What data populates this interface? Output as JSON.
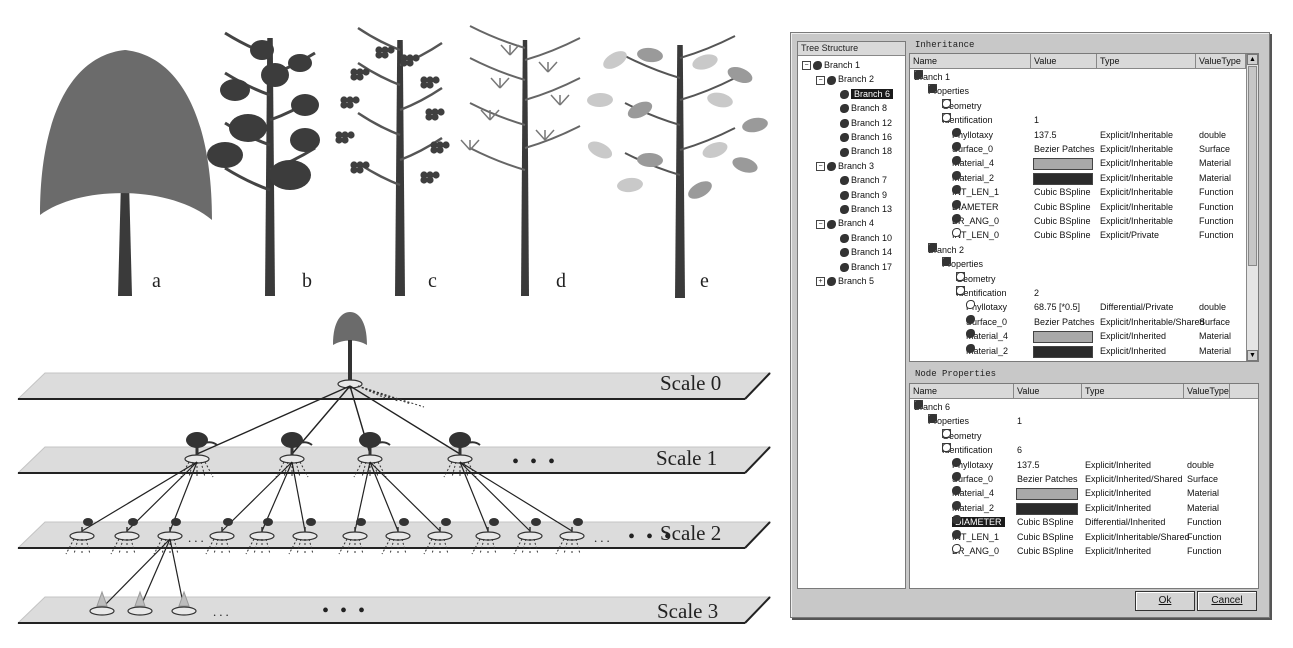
{
  "trees": [
    {
      "label": "a",
      "kind": "crown"
    },
    {
      "label": "b",
      "kind": "blobs"
    },
    {
      "label": "c",
      "kind": "clusters"
    },
    {
      "label": "d",
      "kind": "twigs"
    },
    {
      "label": "e",
      "kind": "leaves"
    }
  ],
  "scales": [
    "Scale 0",
    "Scale 1",
    "Scale 2",
    "Scale 3"
  ],
  "ellipsis": "• • •",
  "ellipsis_small": "...",
  "dialog": {
    "tree_structure": {
      "title": "Tree Structure",
      "items": [
        {
          "label": "Branch 1",
          "level": 0,
          "expander": "−"
        },
        {
          "label": "Branch 2",
          "level": 1,
          "expander": "−"
        },
        {
          "label": "Branch 6",
          "level": 2,
          "selected": true
        },
        {
          "label": "Branch 8",
          "level": 2
        },
        {
          "label": "Branch 12",
          "level": 2
        },
        {
          "label": "Branch 16",
          "level": 2
        },
        {
          "label": "Branch 18",
          "level": 2
        },
        {
          "label": "Branch 3",
          "level": 1,
          "expander": "−"
        },
        {
          "label": "Branch 7",
          "level": 2
        },
        {
          "label": "Branch 9",
          "level": 2
        },
        {
          "label": "Branch 13",
          "level": 2
        },
        {
          "label": "Branch 4",
          "level": 1,
          "expander": "−"
        },
        {
          "label": "Branch 10",
          "level": 2
        },
        {
          "label": "Branch 14",
          "level": 2
        },
        {
          "label": "Branch 17",
          "level": 2
        },
        {
          "label": "Branch 5",
          "level": 1,
          "expander": "+"
        }
      ]
    },
    "inheritance": {
      "title": "Inheritance",
      "columns": [
        "Name",
        "Value",
        "Type",
        "ValueType"
      ],
      "rows": [
        {
          "level": 0,
          "exp": "−",
          "icon": "solid",
          "name": "Branch 1",
          "value": "",
          "type": "",
          "vtype": ""
        },
        {
          "level": 1,
          "exp": "−",
          "icon": "solid",
          "name": "Properties",
          "value": "",
          "type": "",
          "vtype": ""
        },
        {
          "level": 2,
          "exp": "+",
          "icon": "hollow",
          "name": "Geometry",
          "value": "",
          "type": "",
          "vtype": ""
        },
        {
          "level": 2,
          "exp": "+",
          "icon": "hollow",
          "name": "Identification",
          "value": "1",
          "type": "",
          "vtype": ""
        },
        {
          "level": 2,
          "icon": "solid",
          "name": "Phyllotaxy",
          "value": "137.5",
          "type": "Explicit/Inheritable",
          "vtype": "double"
        },
        {
          "level": 2,
          "icon": "solid",
          "name": "Surface_0",
          "value": "Bezier Patches",
          "type": "Explicit/Inheritable",
          "vtype": "Surface"
        },
        {
          "level": 2,
          "icon": "solid",
          "name": "Material_4",
          "swatch": "#a9a9a9",
          "type": "Explicit/Inheritable",
          "vtype": "Material"
        },
        {
          "level": 2,
          "icon": "solid",
          "name": "Material_2",
          "swatch": "#2b2b2b",
          "type": "Explicit/Inheritable",
          "vtype": "Material"
        },
        {
          "level": 2,
          "icon": "solid",
          "name": "INT_LEN_1",
          "value": "Cubic BSpline",
          "type": "Explicit/Inheritable",
          "vtype": "Function"
        },
        {
          "level": 2,
          "icon": "solid",
          "name": "DIAMETER",
          "value": "Cubic BSpline",
          "type": "Explicit/Inheritable",
          "vtype": "Function"
        },
        {
          "level": 2,
          "icon": "solid",
          "name": "BR_ANG_0",
          "value": "Cubic BSpline",
          "type": "Explicit/Inheritable",
          "vtype": "Function"
        },
        {
          "level": 2,
          "icon": "hollow",
          "name": "INT_LEN_0",
          "value": "Cubic BSpline",
          "type": "Explicit/Private",
          "vtype": "Function"
        },
        {
          "level": 1,
          "exp": "−",
          "icon": "solid",
          "name": "Branch 2",
          "value": "",
          "type": "",
          "vtype": ""
        },
        {
          "level": 2,
          "exp": "−",
          "icon": "solid",
          "name": "Properties",
          "value": "",
          "type": "",
          "vtype": ""
        },
        {
          "level": 3,
          "exp": "+",
          "icon": "hollow",
          "name": "Geometry",
          "value": "",
          "type": "",
          "vtype": ""
        },
        {
          "level": 3,
          "exp": "+",
          "icon": "hollow",
          "name": "Identification",
          "value": "2",
          "type": "",
          "vtype": ""
        },
        {
          "level": 3,
          "icon": "hollow",
          "name": "Phyllotaxy",
          "value": "68.75 [*0.5]",
          "type": "Differential/Private",
          "vtype": "double"
        },
        {
          "level": 3,
          "icon": "solid",
          "name": "Surface_0",
          "value": "Bezier Patches",
          "type": "Explicit/Inheritable/Shared",
          "vtype": "Surface"
        },
        {
          "level": 3,
          "icon": "solid",
          "name": "Material_4",
          "swatch": "#a9a9a9",
          "type": "Explicit/Inherited",
          "vtype": "Material"
        },
        {
          "level": 3,
          "icon": "solid",
          "name": "Material_2",
          "swatch": "#2b2b2b",
          "type": "Explicit/Inherited",
          "vtype": "Material"
        }
      ]
    },
    "node_properties": {
      "title": "Node Properties",
      "columns": [
        "Name",
        "Value",
        "Type",
        "ValueType"
      ],
      "rows": [
        {
          "level": 0,
          "exp": "−",
          "icon": "solid",
          "name": "Branch 6",
          "value": "",
          "type": "",
          "vtype": ""
        },
        {
          "level": 1,
          "exp": "−",
          "icon": "solid",
          "name": "Properties",
          "value": "1",
          "type": "",
          "vtype": ""
        },
        {
          "level": 2,
          "exp": "+",
          "icon": "hollow",
          "name": "Geometry",
          "value": "",
          "type": "",
          "vtype": ""
        },
        {
          "level": 2,
          "exp": "+",
          "icon": "hollow",
          "name": "Identification",
          "value": "6",
          "type": "",
          "vtype": ""
        },
        {
          "level": 2,
          "icon": "solid",
          "name": "Phyllotaxy",
          "value": "137.5",
          "type": "Explicit/Inherited",
          "vtype": "double"
        },
        {
          "level": 2,
          "icon": "solid",
          "name": "Surface_0",
          "value": "Bezier Patches",
          "type": "Explicit/Inherited/Shared",
          "vtype": "Surface"
        },
        {
          "level": 2,
          "icon": "solid",
          "name": "Material_4",
          "swatch": "#a9a9a9",
          "type": "Explicit/Inherited",
          "vtype": "Material"
        },
        {
          "level": 2,
          "icon": "solid",
          "name": "Material_2",
          "swatch": "#2b2b2b",
          "type": "Explicit/Inherited",
          "vtype": "Material"
        },
        {
          "level": 2,
          "icon": "solid",
          "name": "DIAMETER",
          "value": "Cubic BSpline",
          "type": "Differential/Inherited",
          "vtype": "Function",
          "selected": true
        },
        {
          "level": 2,
          "icon": "solid",
          "name": "INT_LEN_1",
          "value": "Cubic BSpline",
          "type": "Explicit/Inheritable/Shared",
          "vtype": "Function"
        },
        {
          "level": 2,
          "icon": "hollow",
          "name": "BR_ANG_0",
          "value": "Cubic BSpline",
          "type": "Explicit/Inherited",
          "vtype": "Function"
        }
      ]
    },
    "buttons": {
      "ok": "Ok",
      "cancel": "Cancel"
    }
  }
}
